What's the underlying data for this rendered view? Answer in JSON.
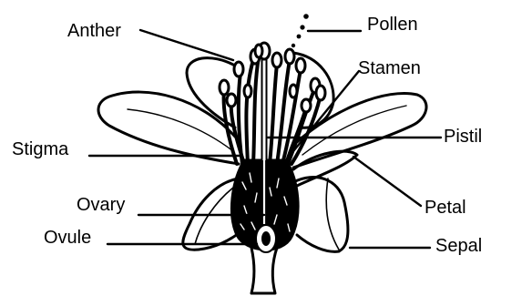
{
  "diagram": {
    "labels": {
      "anther": "Anther",
      "pollen": "Pollen",
      "stamen": "Stamen",
      "stigma": "Stigma",
      "pistil": "Pistil",
      "ovary": "Ovary",
      "petal": "Petal",
      "ovule": "Ovule",
      "sepal": "Sepal"
    },
    "ink_color": "#000000",
    "background_color": "#ffffff"
  }
}
